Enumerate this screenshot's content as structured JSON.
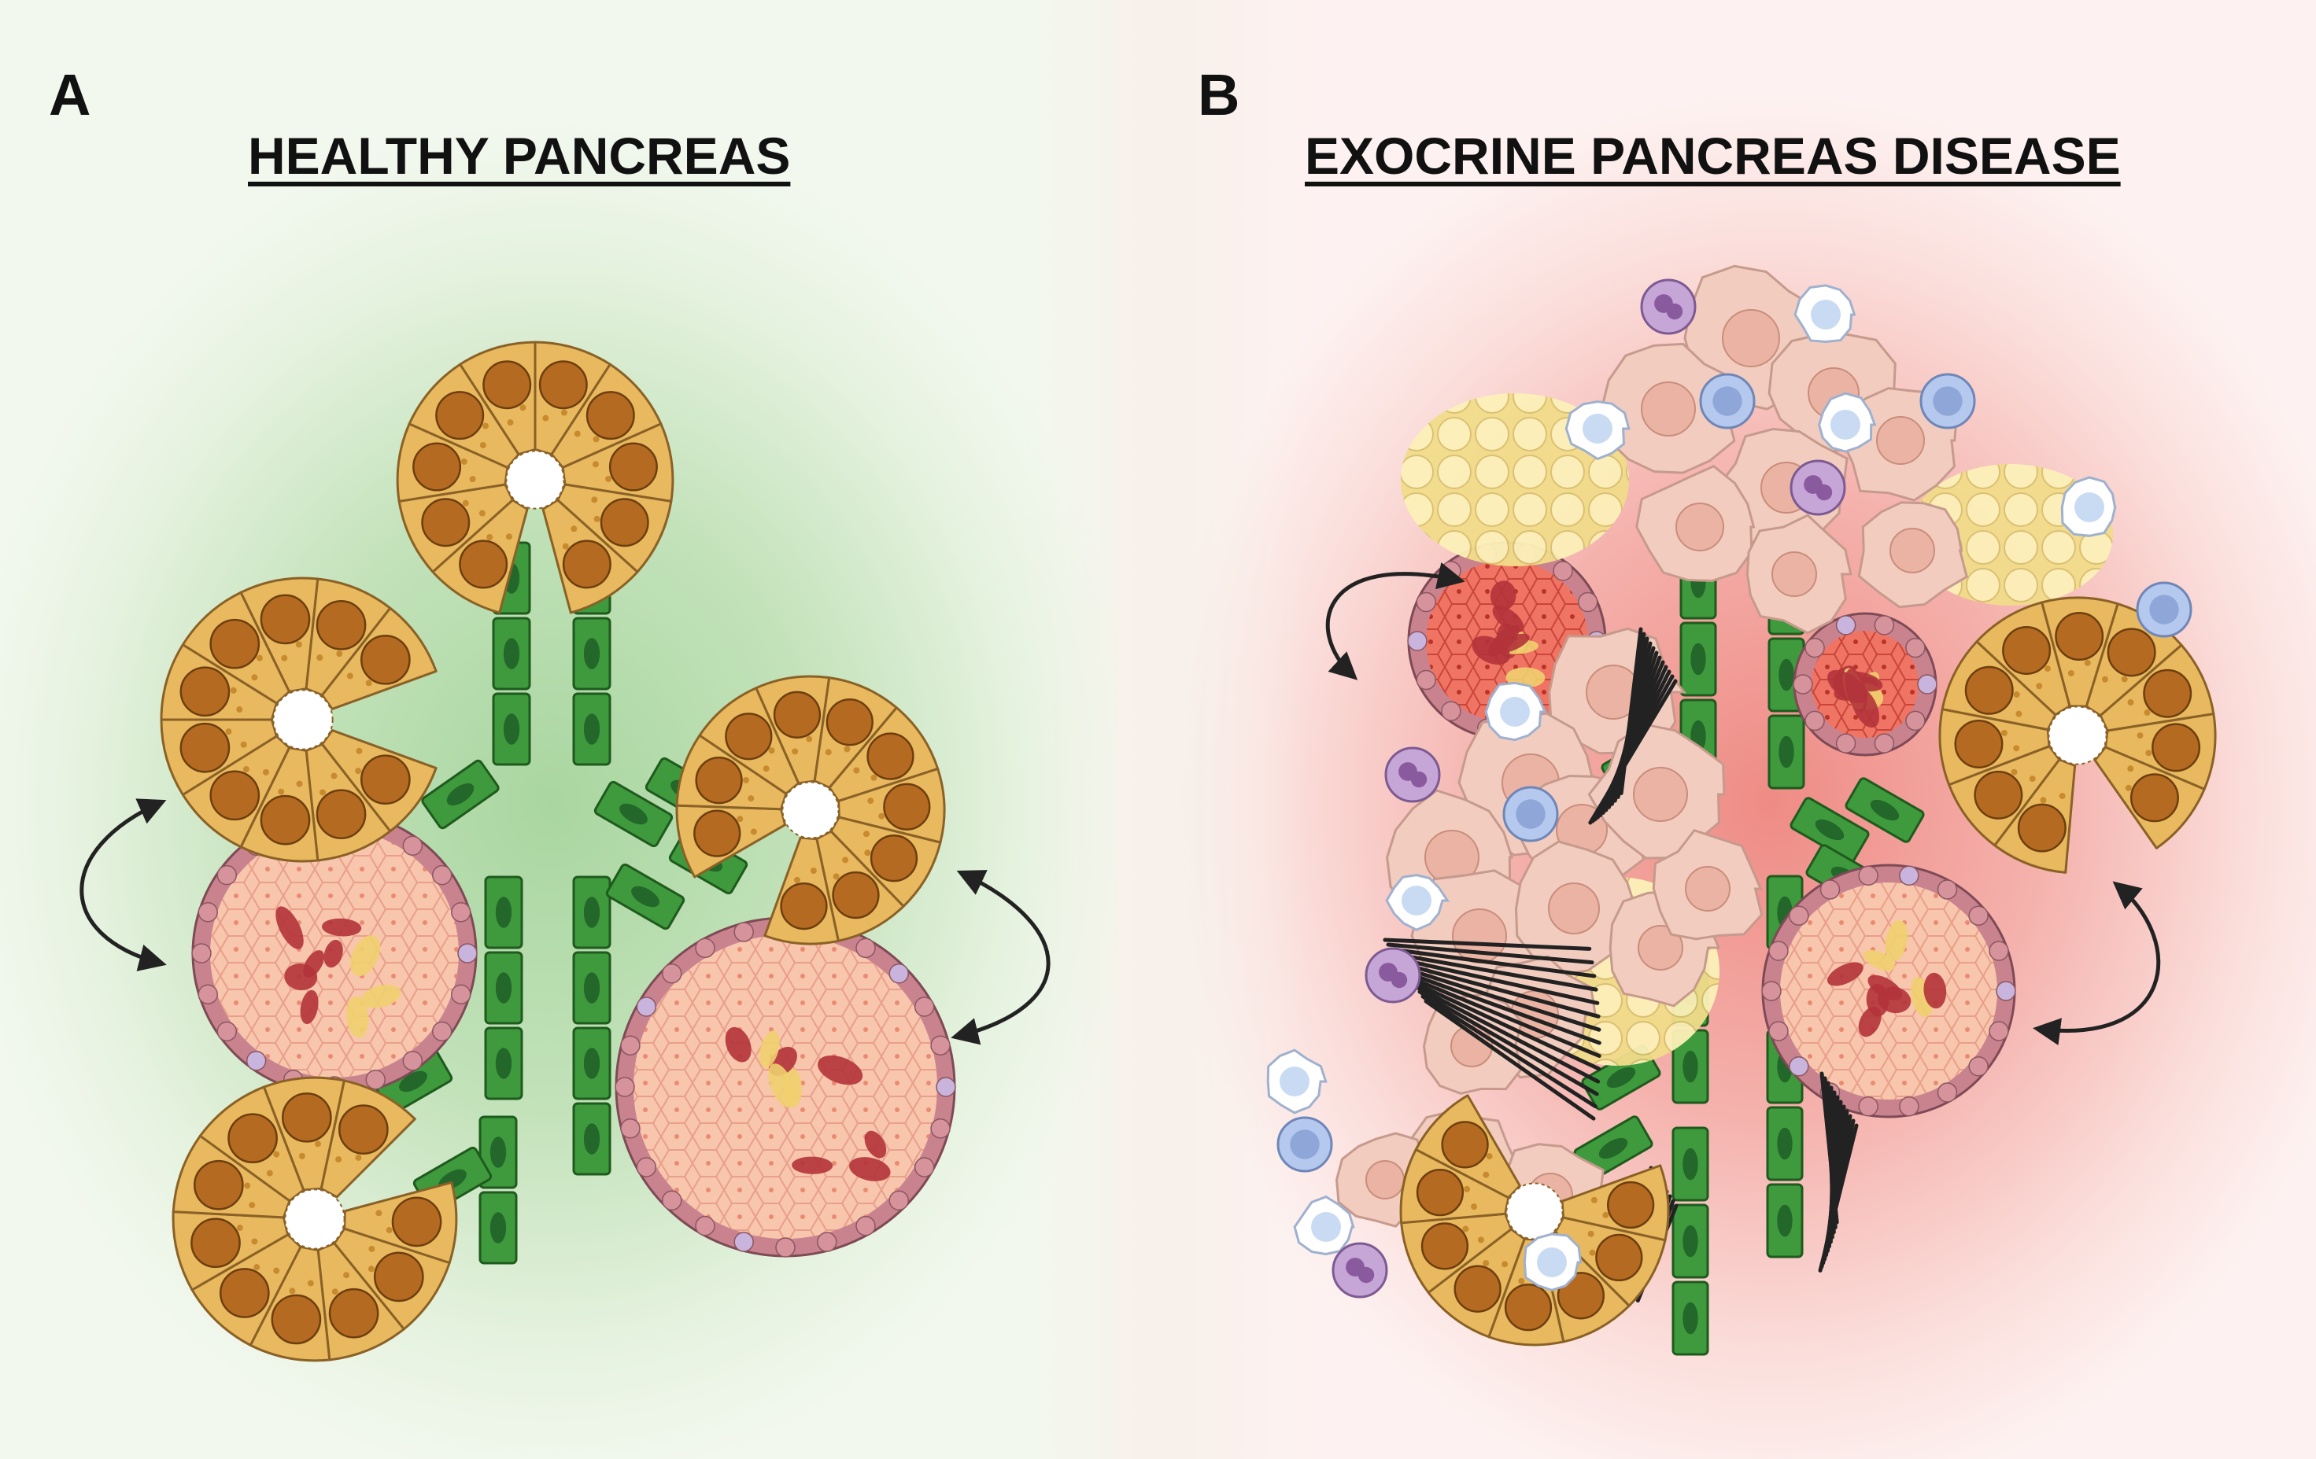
{
  "panels": {
    "a": {
      "letter": "A",
      "title": "HEALTHY PANCREAS"
    },
    "b": {
      "letter": "B",
      "title": "EXOCRINE PANCREAS DISEASE"
    }
  },
  "colors": {
    "acinar_fill": "#e9b95f",
    "acinar_nucleus": "#b56a22",
    "duct_fill": "#3e9a3c",
    "islet_fill": "#f6c0a6",
    "islet_border": "#c37b86",
    "stellate_fill": "#f2cdbf",
    "adipocyte_fill": "#faeaa6",
    "immune_fill": "#c9dbf3",
    "fibrosis": "#222222"
  }
}
